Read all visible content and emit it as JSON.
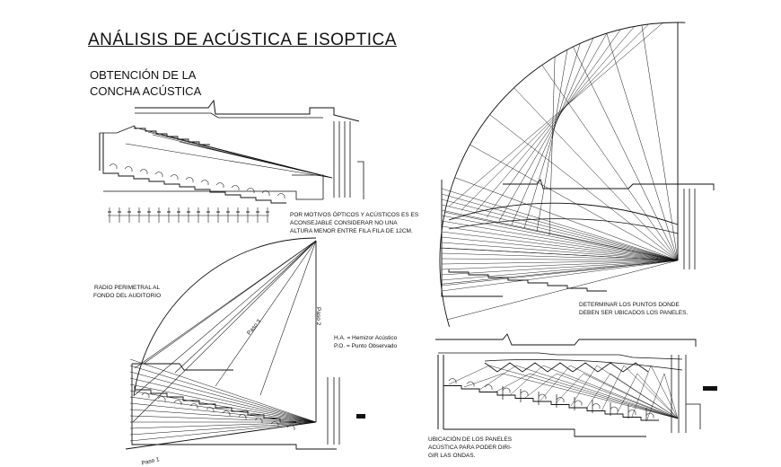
{
  "title": "ANÁLISIS DE ACÚSTICA E ISOPTICA",
  "subtitle_line1": "OBTENCIÓN DE LA",
  "subtitle_line2": "CONCHA ACÚSTICA",
  "note_optics": [
    "POR MOTIVOS ÓPTICOS Y ACÚSTICOS ES ES",
    "ACONSEJABLE CONSIDERAR NO UNA",
    "ALTURA MENOR ENTRE FILA FILA DE 12CM."
  ],
  "note_radius": [
    "RADIO PERIMETRAL AL",
    "FONDO DEL AUDITORIO"
  ],
  "legend": [
    "H.A. = Hemizor Acústico",
    "P.O. = Punto Observado"
  ],
  "note_points": [
    "DETERMINAR LOS PUNTOS DONDE",
    "DEBEN SER UBICADOS LOS PANELES."
  ],
  "note_panels": [
    "UBICACIÓN DE LOS PANELES",
    "ACÚSTICA PARA PODER DIRI-",
    "GIR LAS ONDAS."
  ],
  "step_labels": [
    "Paso 1",
    "Paso 2",
    "Paso 3"
  ],
  "colors": {
    "ink": "#111111",
    "background": "#ffffff"
  }
}
